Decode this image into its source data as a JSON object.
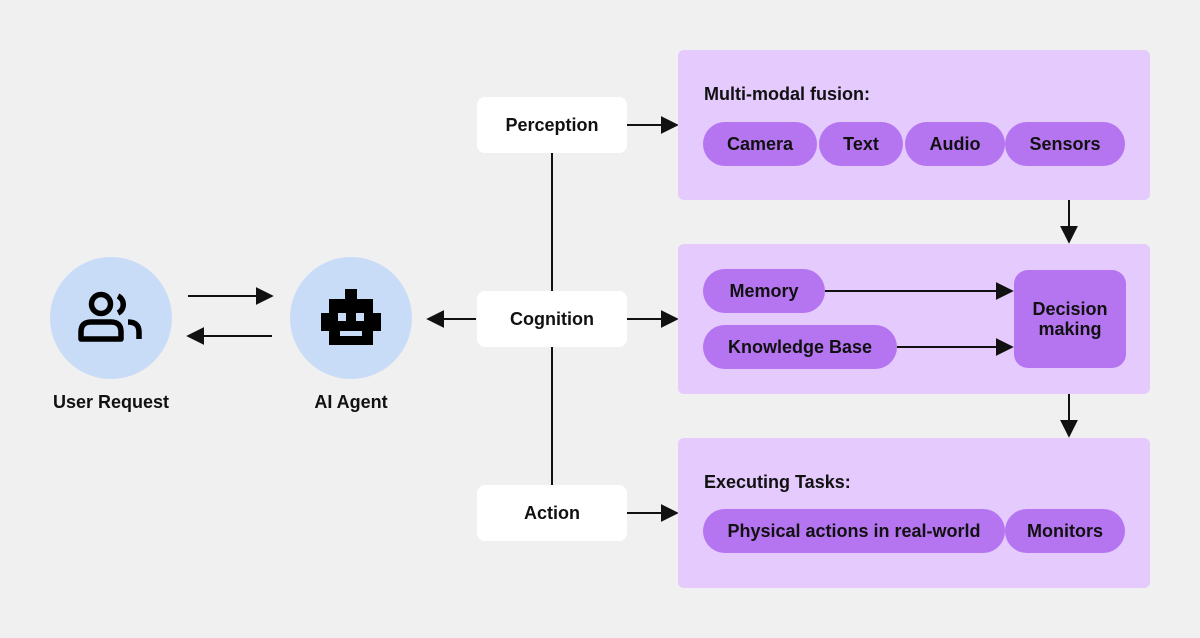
{
  "user": {
    "label": "User Request",
    "icon": "users-icon"
  },
  "agent": {
    "label": "AI Agent",
    "icon": "robot-icon"
  },
  "stages": {
    "perception": "Perception",
    "cognition": "Cognition",
    "action": "Action"
  },
  "perception_panel": {
    "title": "Multi-modal fusion:",
    "inputs": [
      "Camera",
      "Text",
      "Audio",
      "Sensors"
    ]
  },
  "cognition_panel": {
    "memory": "Memory",
    "knowledge_base": "Knowledge Base",
    "decision_line1": "Decision",
    "decision_line2": "making"
  },
  "action_panel": {
    "title": "Executing Tasks:",
    "tasks": [
      "Physical actions in real-world",
      "Monitors"
    ]
  },
  "colors": {
    "background": "#f0f0f0",
    "circle_fill": "#c9dcf7",
    "panel_fill": "#e4cafd",
    "pill_fill": "#b574f0",
    "stage_fill": "#ffffff"
  }
}
